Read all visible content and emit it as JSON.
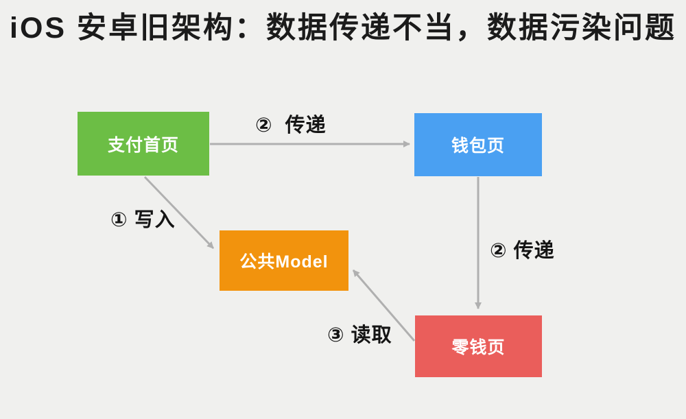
{
  "title": "iOS 安卓旧架构：数据传递不当，数据污染问题",
  "colors": {
    "background": "#f0f0ee",
    "node_green": "#6cbe45",
    "node_blue": "#4aa0f2",
    "node_orange": "#f2930d",
    "node_red": "#ea5e5b",
    "arrow": "#b0b0b0",
    "label_text": "#141414",
    "node_text": "#ffffff"
  },
  "diagram": {
    "nodes": [
      {
        "id": "pay-home",
        "label": "支付首页",
        "color": "#6cbe45"
      },
      {
        "id": "wallet",
        "label": "钱包页",
        "color": "#4aa0f2"
      },
      {
        "id": "shared-model",
        "label": "公共Model",
        "color": "#f2930d"
      },
      {
        "id": "change-page",
        "label": "零钱页",
        "color": "#ea5e5b"
      }
    ],
    "edges": [
      {
        "from": "pay-home",
        "to": "wallet",
        "label": "②  传递"
      },
      {
        "from": "pay-home",
        "to": "shared-model",
        "label": "① 写入"
      },
      {
        "from": "wallet",
        "to": "change-page",
        "label": "② 传递"
      },
      {
        "from": "change-page",
        "to": "shared-model",
        "label": "③ 读取"
      }
    ]
  }
}
